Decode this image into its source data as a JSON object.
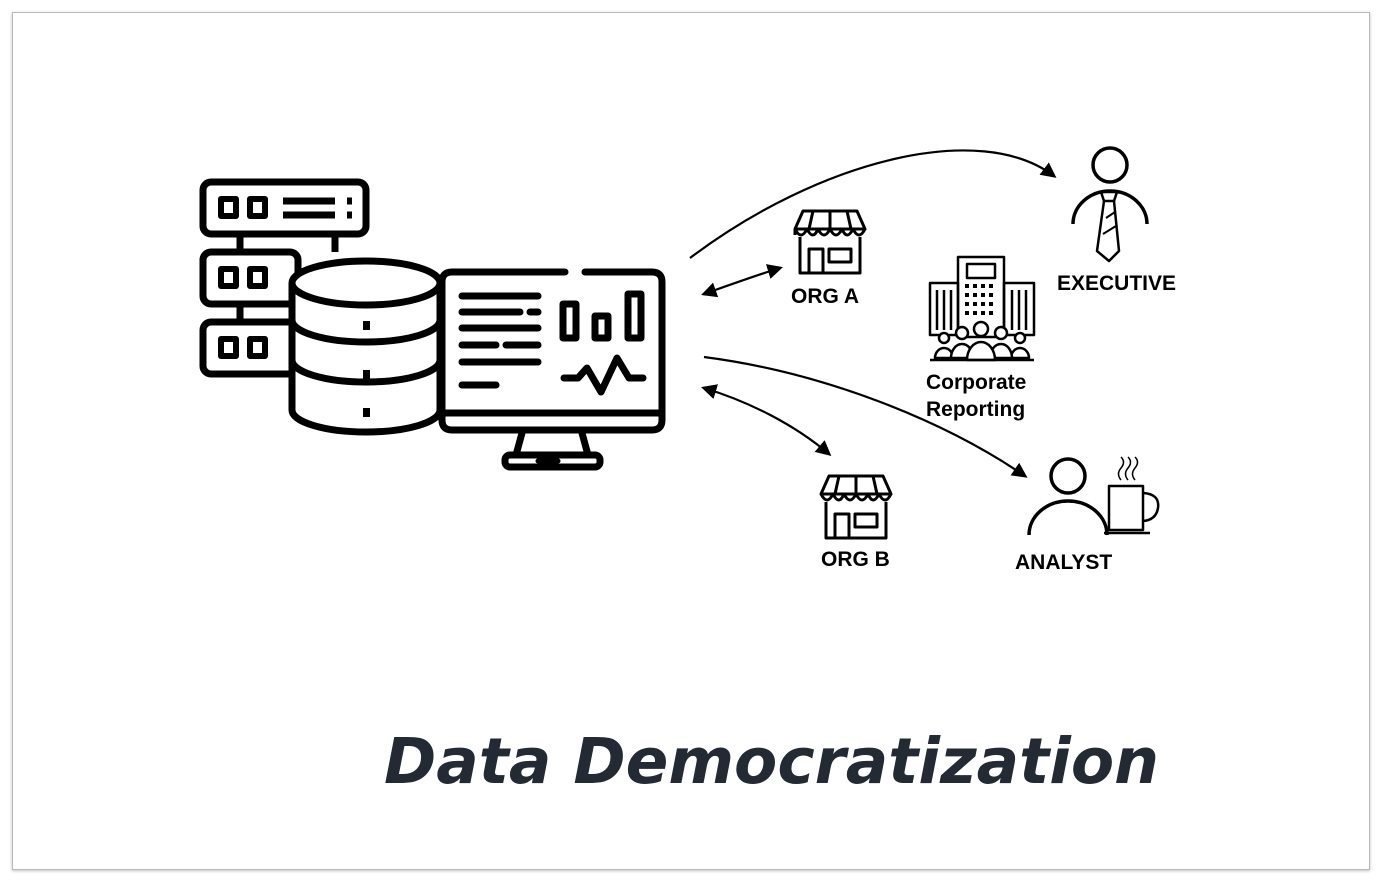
{
  "title": "Data Democratization",
  "nodes": {
    "org_a": "ORG A",
    "org_b": "ORG B",
    "executive": "EXECUTIVE",
    "corporate_line1": "Corporate",
    "corporate_line2": "Reporting",
    "analyst": "ANALYST"
  },
  "icons": [
    "server-rack-icon",
    "database-icon",
    "dashboard-monitor-icon",
    "store-icon",
    "executive-icon",
    "office-building-icon",
    "analyst-icon",
    "coffee-cup-icon"
  ],
  "colors": {
    "stroke": "#000000",
    "title": "#232a33",
    "border": "#b9b9b9"
  }
}
